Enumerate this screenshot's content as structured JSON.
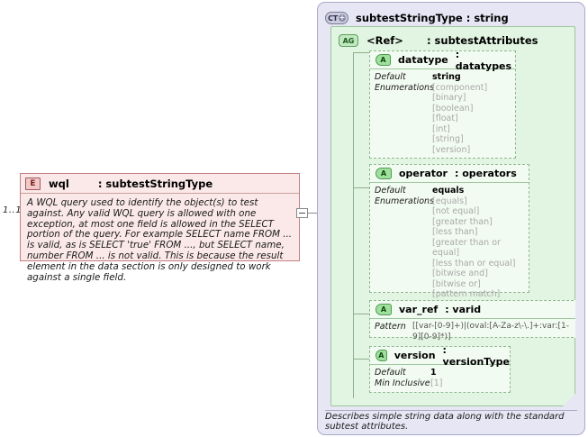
{
  "left_element": {
    "cardinality": "1..1",
    "badge": "E",
    "name": "wql",
    "type": ": subtestStringType",
    "documentation": "A WQL query used to identify the object(s) to test against.  Any valid WQL query is allowed with one exception, at most one field is allowed in the SELECT portion of the query.  For example SELECT name FROM ... is valid, as is SELECT 'true' FROM ..., but SELECT name, number FROM ... is not valid.  This is because the result element in the data section is only designed to work against a single field."
  },
  "connector": {
    "toggle_icon": "collapse-minus-icon"
  },
  "complex_type": {
    "badge": "CT",
    "expand_icon": "plus-icon",
    "title": "subtestStringType : string",
    "footer": "Describes simple string data along with the standard subtest attributes."
  },
  "attribute_group": {
    "badge": "AG",
    "ref": "<Ref>",
    "type": ": subtestAttributes"
  },
  "attributes": [
    {
      "badge": "A",
      "name": "datatype",
      "type": ": datatypes",
      "facets": [
        {
          "label": "Default",
          "value": "string"
        },
        {
          "label": "Enumerations",
          "value": ""
        }
      ],
      "enumerations": [
        "[component]",
        "[binary]",
        "[boolean]",
        "[float]",
        "[int]",
        "[string]",
        "[version]"
      ]
    },
    {
      "badge": "A",
      "name": "operator",
      "type": ": operators",
      "facets": [
        {
          "label": "Default",
          "value": "equals"
        },
        {
          "label": "Enumerations",
          "value": ""
        }
      ],
      "enumerations": [
        "[equals]",
        "[not equal]",
        "[greater than]",
        "[less than]",
        "[greater than or equal]",
        "[less than or equal]",
        "[bitwise and]",
        "[bitwise or]",
        "[pattern match]"
      ]
    },
    {
      "badge": "A",
      "name": "var_ref",
      "type": ": varid",
      "facets": [
        {
          "label": "Pattern",
          "value": "[[var-[0-9]+)|(oval:[A-Za-z\\-\\.]+:var:[1-9][0-9]*)]"
        }
      ],
      "enumerations": []
    },
    {
      "badge": "A",
      "name": "version",
      "type": ": versionType",
      "facets": [
        {
          "label": "Default",
          "value": "1"
        },
        {
          "label": "Min Inclusive",
          "value": "[1]"
        }
      ],
      "enumerations": []
    }
  ],
  "colors": {
    "element_fill": "#fbe9e9",
    "element_border": "#c08080",
    "complextype_fill": "#e6e6f5",
    "complextype_border": "#a9a9c4",
    "attrgroup_fill": "#e2f5e2",
    "attrgroup_border": "#9bc79b",
    "attribute_fill": "#f2fbf2",
    "attribute_border": "#8fb88f",
    "enum_text": "#a8a8a8"
  }
}
